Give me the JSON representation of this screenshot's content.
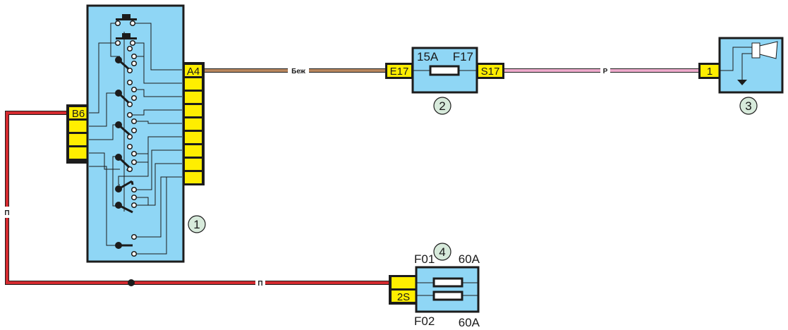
{
  "colors": {
    "component_fill": "#8fd6f5",
    "outline": "#1c1c1c",
    "connector_fill": "#ffee00",
    "wire_red": "#d42a2f",
    "wire_beige": "#b9875e",
    "wire_pink": "#eeaacc",
    "badge_fill": "#d7eadb"
  },
  "components": [
    {
      "id": "1",
      "name": "switch-unit",
      "left_connector": {
        "label": "B6",
        "pins": 4
      },
      "right_connector": {
        "label": "A4",
        "pins": 9
      }
    },
    {
      "id": "2",
      "name": "fuse-box-fuse",
      "rating": "15A",
      "fuse": "F17",
      "in_pin": "E17",
      "out_pin": "S17"
    },
    {
      "id": "3",
      "name": "horn",
      "pin": "1"
    },
    {
      "id": "4",
      "name": "main-fuse-block",
      "fuse_top": "F01",
      "rating_top": "60A",
      "fuse_bottom": "F02",
      "rating_bottom": "60A",
      "pin": "2S"
    }
  ],
  "wires": [
    {
      "from": "A4",
      "to": "E17",
      "label": "Беж"
    },
    {
      "from": "S17",
      "to": "1",
      "label": "Р"
    },
    {
      "from": "B6",
      "to": "2S",
      "label_vertical": "П",
      "label_horizontal": "П"
    }
  ]
}
